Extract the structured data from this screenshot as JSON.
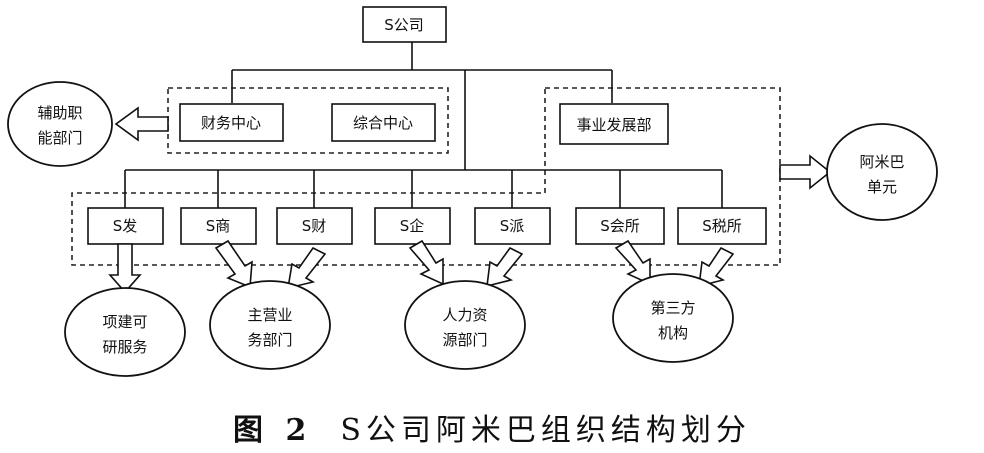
{
  "nodes": {
    "root": "S公司",
    "finance": "财务中心",
    "general": "综合中心",
    "business": "事业发展部",
    "s_fa": "S发",
    "s_shang": "S商",
    "s_cai": "S财",
    "s_qi": "S企",
    "s_pai": "S派",
    "s_hui": "S会所",
    "s_shui": "S税所"
  },
  "ellipses": {
    "aux_line1": "辅助职",
    "aux_line2": "能部门",
    "amiba_line1": "阿米巴",
    "amiba_line2": "单元",
    "research_line1": "项建可",
    "research_line2": "研服务",
    "main_line1": "主营业",
    "main_line2": "务部门",
    "hr_line1": "人力资",
    "hr_line2": "源部门",
    "third_line1": "第三方",
    "third_line2": "机构"
  },
  "caption": {
    "number": "图 2",
    "title": "S公司阿米巴组织结构划分"
  }
}
